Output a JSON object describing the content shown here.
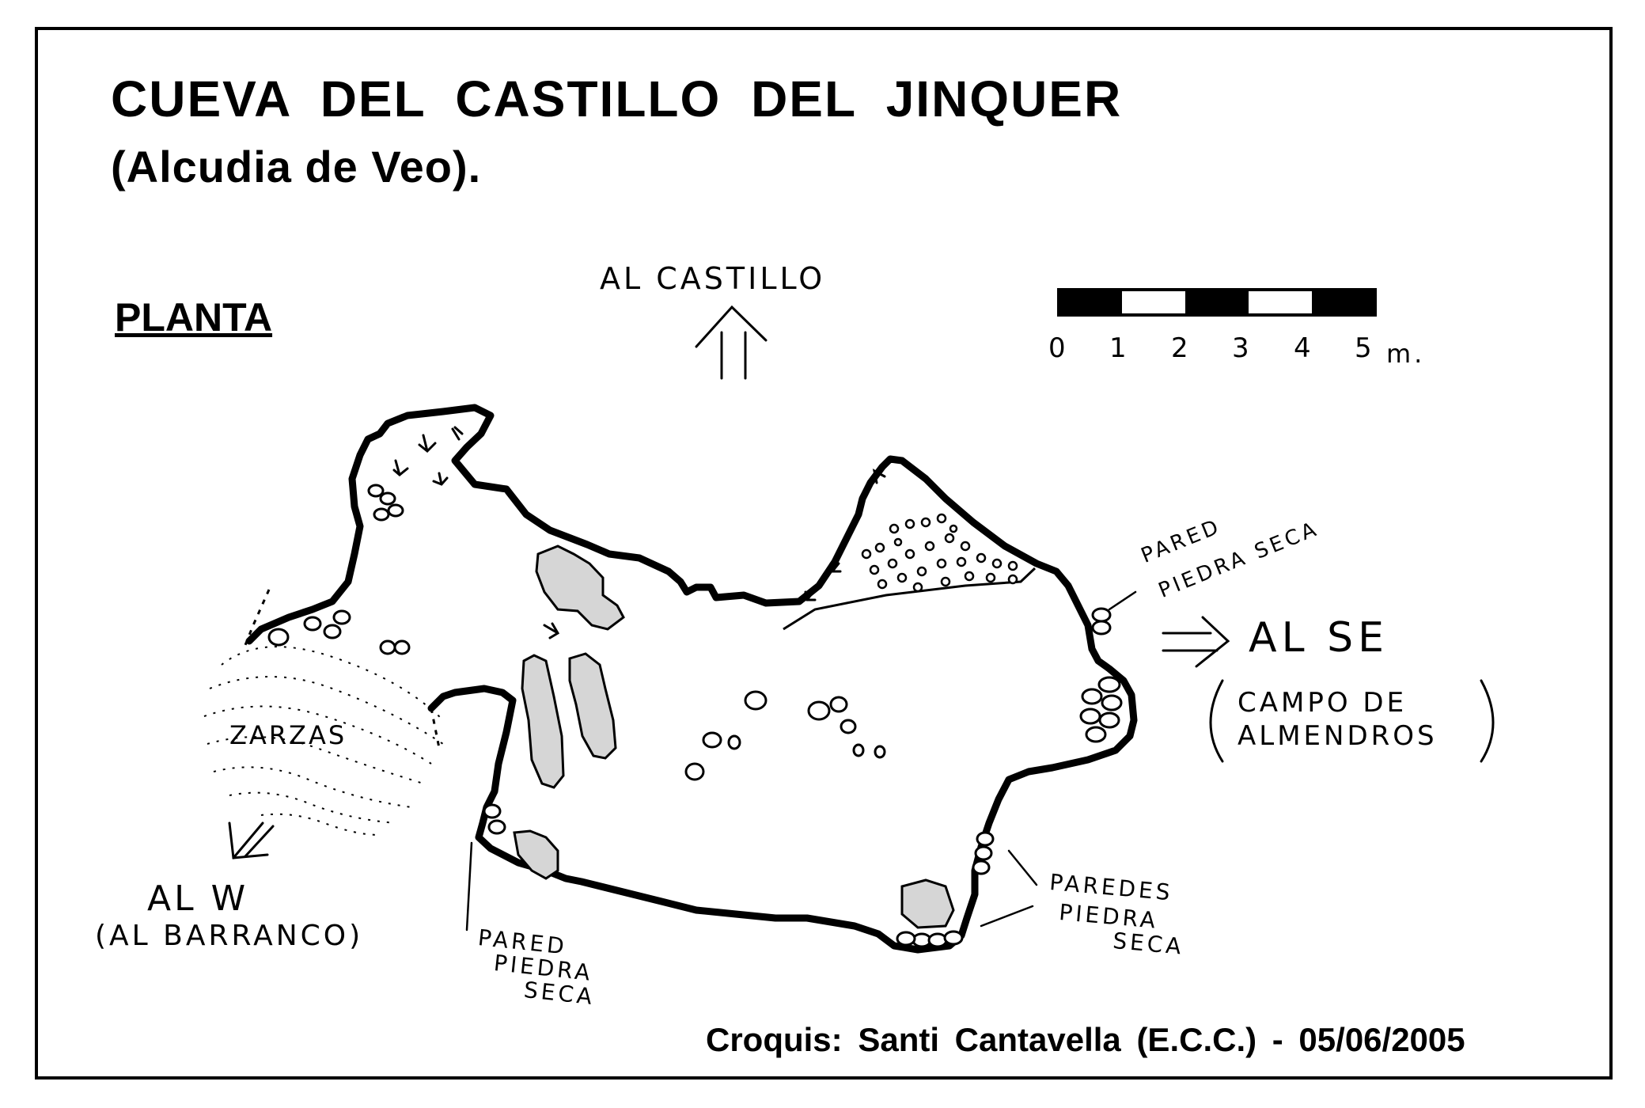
{
  "title_line1": "CUEVA DEL CASTILLO DEL JINQUER",
  "title_line2": "(Alcudia de Veo).",
  "plan_label": "PLANTA",
  "dir_north": "AL CASTILLO",
  "dir_se": "AL SE",
  "dir_se_detail_1": "CAMPO DE",
  "dir_se_detail_2": "ALMENDROS",
  "dir_w": "AL W",
  "dir_w_detail": "(AL BARRANCO)",
  "zarzas": "ZARZAS",
  "wall_right_1": "PARED",
  "wall_right_2": "PIEDRA SECA",
  "wall_left_1": "PARED",
  "wall_left_2": "PIEDRA",
  "wall_left_3": "SECA",
  "walls_bottom_1": "PAREDES",
  "walls_bottom_2": "PIEDRA",
  "walls_bottom_3": "SECA",
  "scale": {
    "ticks": [
      "0",
      "1",
      "2",
      "3",
      "4",
      "5"
    ],
    "unit": "m."
  },
  "credit": "Croquis:  Santi Cantavella  (E.C.C.)   -   05/06/2005",
  "colors": {
    "ink": "#000000",
    "paper": "#ffffff",
    "rock_fill": "#d6d6d6"
  }
}
